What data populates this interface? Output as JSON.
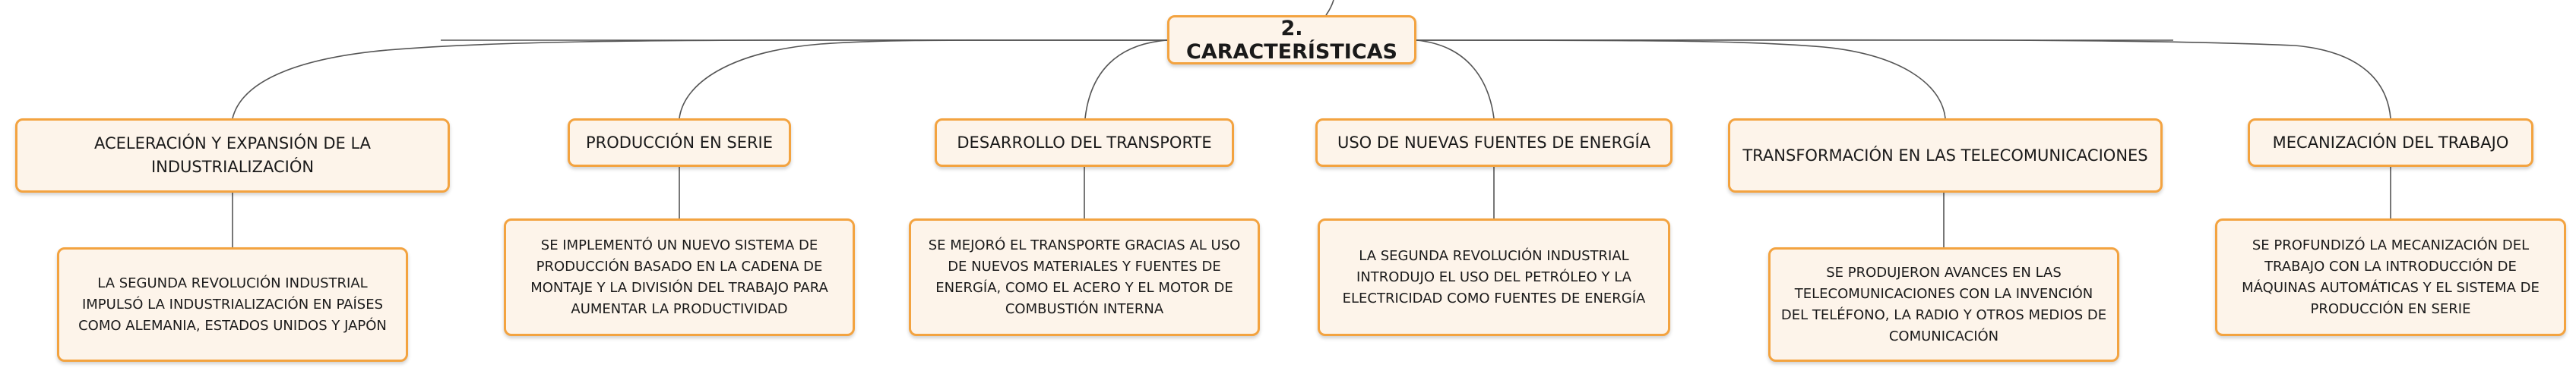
{
  "root": {
    "label": "2. CARACTERÍSTICAS"
  },
  "branches": [
    {
      "title": "ACELERACIÓN Y EXPANSIÓN DE LA INDUSTRIALIZACIÓN",
      "detail": "LA SEGUNDA REVOLUCIÓN INDUSTRIAL IMPULSÓ LA INDUSTRIALIZACIÓN EN PAÍSES COMO ALEMANIA, ESTADOS UNIDOS Y JAPÓN"
    },
    {
      "title": "PRODUCCIÓN EN SERIE",
      "detail": "SE IMPLEMENTÓ UN NUEVO SISTEMA DE PRODUCCIÓN BASADO EN LA CADENA DE MONTAJE Y LA DIVISIÓN DEL TRABAJO PARA AUMENTAR LA PRODUCTIVIDAD"
    },
    {
      "title": "DESARROLLO DEL TRANSPORTE",
      "detail": "SE MEJORÓ EL TRANSPORTE GRACIAS AL USO DE NUEVOS MATERIALES Y FUENTES DE ENERGÍA, COMO EL ACERO Y EL MOTOR DE COMBUSTIÓN INTERNA"
    },
    {
      "title": "USO DE NUEVAS FUENTES DE ENERGÍA",
      "detail": "LA SEGUNDA REVOLUCIÓN INDUSTRIAL INTRODUJO EL USO DEL PETRÓLEO Y LA ELECTRICIDAD COMO FUENTES DE ENERGÍA"
    },
    {
      "title": "TRANSFORMACIÓN EN LAS TELECOMUNICACIONES",
      "detail": "SE PRODUJERON AVANCES EN LAS TELECOMUNICACIONES CON LA INVENCIÓN DEL TELÉFONO, LA RADIO Y OTROS MEDIOS DE COMUNICACIÓN"
    },
    {
      "title": "MECANIZACIÓN DEL TRABAJO",
      "detail": "SE PROFUNDIZÓ LA MECANIZACIÓN DEL TRABAJO CON LA INTRODUCCIÓN DE MÁQUINAS AUTOMÁTICAS Y EL SISTEMA DE PRODUCCIÓN EN SERIE"
    }
  ],
  "colors": {
    "node_border": "#f3a340",
    "node_fill": "#fdf4ea",
    "connector": "#555555"
  }
}
